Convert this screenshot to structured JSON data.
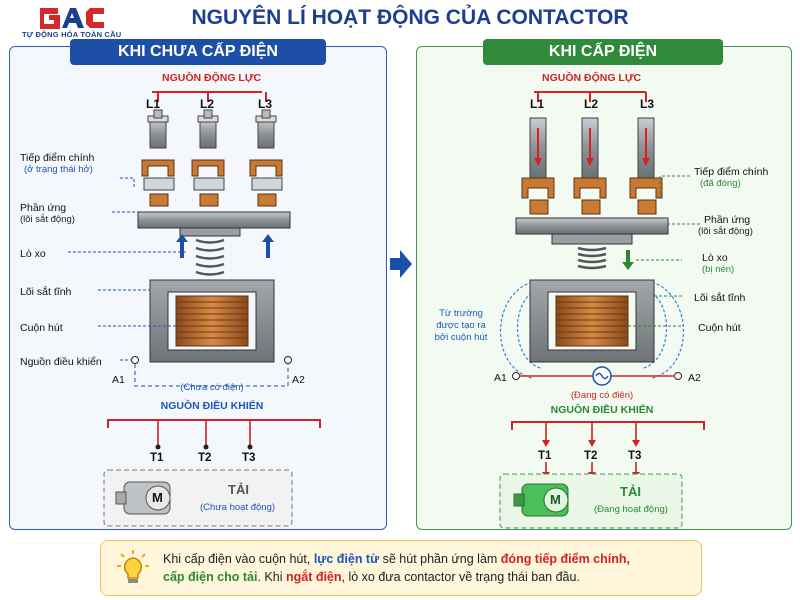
{
  "header": {
    "logo_text": "GAC",
    "logo_tagline": "TỰ ĐỘNG HÓA TOÀN CẦU",
    "title": "NGUYÊN LÍ HOẠT ĐỘNG CỦA CONTACTOR"
  },
  "left": {
    "heading": "KHI CHƯA CẤP ĐIỆN",
    "power_source": "NGUỒN ĐỘNG LỰC",
    "lines": [
      "L1",
      "L2",
      "L3"
    ],
    "main_contact": "Tiếp điểm chính",
    "main_contact_state": "(ở trạng thái hở)",
    "armature": "Phần ứng",
    "armature_sub": "(lõi sắt động)",
    "spring": "Lò xo",
    "core": "Lõi sắt tĩnh",
    "coil": "Cuộn hút",
    "control_power": "Nguồn điều khiển",
    "a1": "A1",
    "a2": "A2",
    "coil_state": "(Chưa có điện)",
    "control_source": "NGUỒN ĐIỀU KHIỂN",
    "terminals": [
      "T1",
      "T2",
      "T3"
    ],
    "motor_letter": "M",
    "load": "TẢI",
    "load_state": "(Chưa hoạt động)"
  },
  "right": {
    "heading": "KHI CẤP ĐIỆN",
    "power_source": "NGUỒN ĐỘNG LỰC",
    "lines": [
      "L1",
      "L2",
      "L3"
    ],
    "main_contact": "Tiếp điểm chính",
    "main_contact_state": "(đã đóng)",
    "armature": "Phần ứng",
    "armature_sub": "(lõi sắt động)",
    "spring": "Lò xo",
    "spring_state": "(bị nén)",
    "core": "Lõi sắt tĩnh",
    "coil": "Cuộn hút",
    "field_1": "Từ trường",
    "field_2": "được tạo ra",
    "field_3": "bởi cuộn hút",
    "a1": "A1",
    "a2": "A2",
    "coil_state": "(Đang có điện)",
    "control_source": "NGUỒN ĐIỀU KHIỂN",
    "terminals": [
      "T1",
      "T2",
      "T3"
    ],
    "motor_letter": "M",
    "load": "TẢI",
    "load_state": "(Đang hoạt động)"
  },
  "note": {
    "p1": "Khi cấp điện vào cuộn hút, ",
    "p2": "lực điện từ",
    "p3": " sẽ hút phần ứng làm ",
    "p4": "đóng tiếp điểm chính,",
    "p5": "cấp điện cho tải",
    "p6": ". Khi ",
    "p7": "ngắt điện",
    "p8": ", lò xo đưa contactor về trạng thái ban đầu."
  },
  "colors": {
    "blue": "#1e4fa6",
    "green": "#2f8a3c",
    "red": "#d22222",
    "copper": "#c87a35"
  }
}
